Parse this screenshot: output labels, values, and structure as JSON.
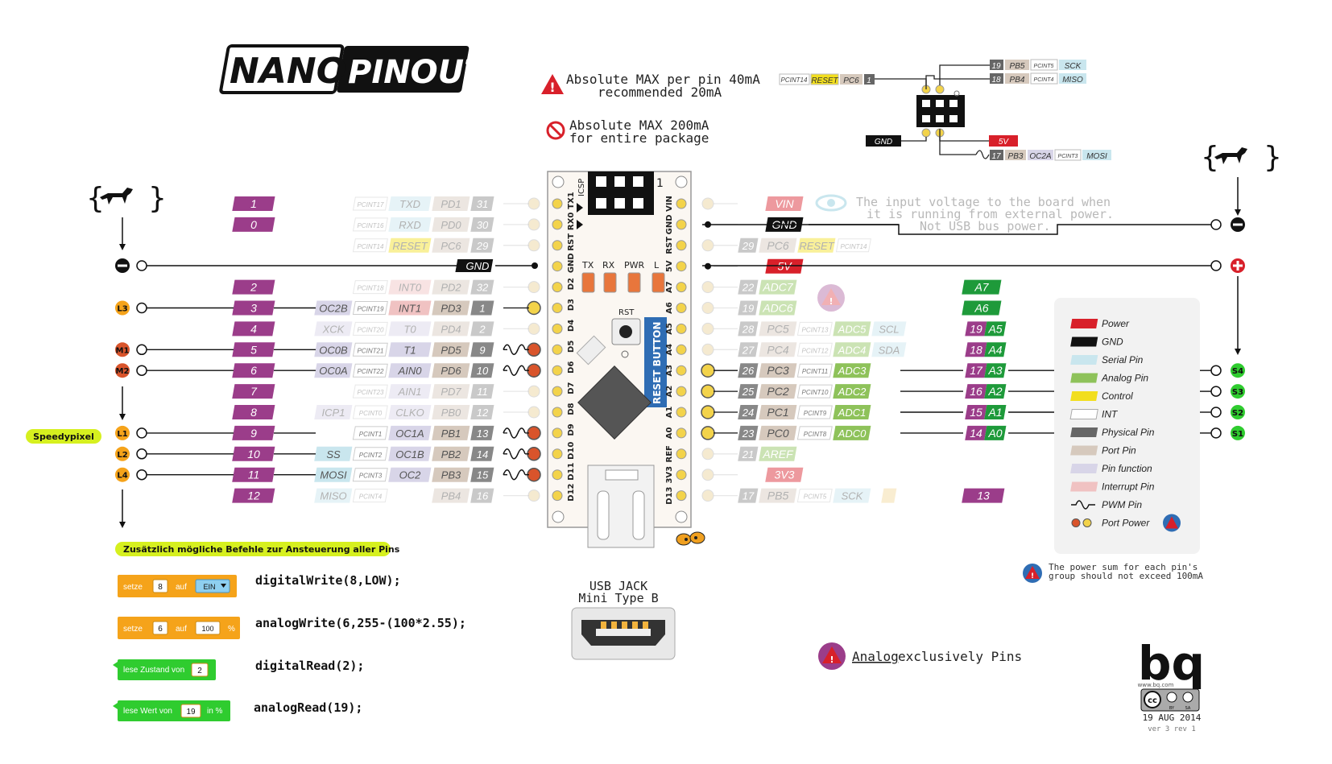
{
  "logo": {
    "left": "NANO",
    "right": "PINOUT"
  },
  "warnings": {
    "per_pin": {
      "line1": "Absolute MAX per pin 40mA",
      "line2": "recommended 20mA"
    },
    "package": {
      "line1": "Absolute MAX 200mA",
      "line2": "for entire package"
    }
  },
  "icsp": {
    "left_tags": [
      "PCINT14",
      "RESET",
      "PC6",
      "1"
    ],
    "right_top": [
      "19",
      "PB5",
      "PCINT5",
      "SCK"
    ],
    "right_mid": [
      "18",
      "PB4",
      "PCINT4",
      "MISO"
    ],
    "gnd": "GND",
    "v5": "5V",
    "bottom": [
      "17",
      "PB3",
      "OC2A",
      "PCINT3",
      "MOSI"
    ]
  },
  "vin_note": {
    "line1": "The input voltage to the board when",
    "line2": "it is running from external power.",
    "line3": "Not USB bus power."
  },
  "board": {
    "header_label": "ICSP",
    "header_num": "1",
    "left_pins": [
      "TX1",
      "RX0",
      "RST",
      "GND",
      "D2",
      "D3",
      "D4",
      "D5",
      "D6",
      "D7",
      "D8",
      "D9",
      "D10",
      "D11",
      "D12"
    ],
    "right_pins": [
      "VIN",
      "GND",
      "RST",
      "5V",
      "A7",
      "A6",
      "A5",
      "A4",
      "A3",
      "A2",
      "A1",
      "A0",
      "REF",
      "3V3",
      "D13"
    ],
    "leds": [
      "TX",
      "RX",
      "PWR",
      "L"
    ],
    "rst_label": "RST",
    "reset_button": "RESET BUTTON"
  },
  "left_rows": [
    {
      "num": "1",
      "extra": "",
      "pcint": "PCINT17",
      "fn": "TXD",
      "port": "PD1",
      "phys": "31"
    },
    {
      "num": "0",
      "extra": "",
      "pcint": "PCINT16",
      "fn": "RXD",
      "port": "PD0",
      "phys": "30"
    },
    {
      "num": "",
      "extra": "",
      "pcint": "PCINT14",
      "fn": "RESET",
      "port": "PC6",
      "phys": "29"
    },
    {
      "num": "",
      "extra": "",
      "pcint": "",
      "fn": "",
      "port": "",
      "phys": ""
    },
    {
      "num": "2",
      "extra": "",
      "pcint": "PCINT18",
      "fn": "INT0",
      "port": "PD2",
      "phys": "32"
    },
    {
      "num": "3",
      "extra": "OC2B",
      "pcint": "PCINT19",
      "fn": "INT1",
      "port": "PD3",
      "phys": "1"
    },
    {
      "num": "4",
      "extra": "XCK",
      "pcint": "PCINT20",
      "fn": "T0",
      "port": "PD4",
      "phys": "2"
    },
    {
      "num": "5",
      "extra": "OC0B",
      "pcint": "PCINT21",
      "fn": "T1",
      "port": "PD5",
      "phys": "9"
    },
    {
      "num": "6",
      "extra": "OC0A",
      "pcint": "PCINT22",
      "fn": "AIN0",
      "port": "PD6",
      "phys": "10"
    },
    {
      "num": "7",
      "extra": "",
      "pcint": "PCINT23",
      "fn": "AIN1",
      "port": "PD7",
      "phys": "11"
    },
    {
      "num": "8",
      "extra": "ICP1",
      "pcint": "PCINT0",
      "fn": "CLKO",
      "port": "PB0",
      "phys": "12"
    },
    {
      "num": "9",
      "extra": "",
      "pcint": "PCINT1",
      "fn": "OC1A",
      "port": "PB1",
      "phys": "13"
    },
    {
      "num": "10",
      "extra": "SS",
      "pcint": "PCINT2",
      "fn": "OC1B",
      "port": "PB2",
      "phys": "14"
    },
    {
      "num": "11",
      "extra": "MOSI",
      "pcint": "PCINT3",
      "fn": "OC2",
      "port": "PB3",
      "phys": "15"
    },
    {
      "num": "12",
      "extra": "MISO",
      "pcint": "PCINT4",
      "fn": "",
      "port": "PB4",
      "phys": "16"
    }
  ],
  "left_gnd": "GND",
  "right_rows": [
    {
      "phys": "",
      "port": "VIN",
      "pcint": "",
      "fn": "",
      "extra": "",
      "num": "",
      "ana": ""
    },
    {
      "phys": "",
      "port": "GND",
      "pcint": "",
      "fn": "",
      "extra": "",
      "num": "",
      "ana": ""
    },
    {
      "phys": "29",
      "port": "PC6",
      "pcint": "PCINT14",
      "fn": "RESET",
      "extra": "",
      "num": "",
      "ana": ""
    },
    {
      "phys": "",
      "port": "5V",
      "pcint": "",
      "fn": "",
      "extra": "",
      "num": "",
      "ana": ""
    },
    {
      "phys": "22",
      "port": "ADC7",
      "pcint": "",
      "fn": "",
      "extra": "",
      "num": "",
      "ana": "A7"
    },
    {
      "phys": "19",
      "port": "ADC6",
      "pcint": "",
      "fn": "",
      "extra": "",
      "num": "",
      "ana": "A6"
    },
    {
      "phys": "28",
      "port": "PC5",
      "pcint": "PCINT13",
      "fn": "ADC5",
      "extra": "SCL",
      "num": "19",
      "ana": "A5"
    },
    {
      "phys": "27",
      "port": "PC4",
      "pcint": "PCINT12",
      "fn": "ADC4",
      "extra": "SDA",
      "num": "18",
      "ana": "A4"
    },
    {
      "phys": "26",
      "port": "PC3",
      "pcint": "PCINT11",
      "fn": "ADC3",
      "extra": "",
      "num": "17",
      "ana": "A3"
    },
    {
      "phys": "25",
      "port": "PC2",
      "pcint": "PCINT10",
      "fn": "ADC2",
      "extra": "",
      "num": "16",
      "ana": "A2"
    },
    {
      "phys": "24",
      "port": "PC1",
      "pcint": "PCINT9",
      "fn": "ADC1",
      "extra": "",
      "num": "15",
      "ana": "A1"
    },
    {
      "phys": "23",
      "port": "PC0",
      "pcint": "PCINT8",
      "fn": "ADC0",
      "extra": "",
      "num": "14",
      "ana": "A0"
    },
    {
      "phys": "21",
      "port": "AREF",
      "pcint": "",
      "fn": "",
      "extra": "",
      "num": "",
      "ana": ""
    },
    {
      "phys": "",
      "port": "3V3",
      "pcint": "",
      "fn": "",
      "extra": "",
      "num": "",
      "ana": ""
    },
    {
      "phys": "17",
      "port": "PB5",
      "pcint": "PCINT5",
      "fn": "SCK",
      "extra": "",
      "num": "13",
      "ana": ""
    }
  ],
  "left_markers": {
    "l3": "L3",
    "m1": "M1",
    "m2": "M2",
    "l1": "L1",
    "l2": "L2",
    "l4": "L4",
    "speedypixel": "Speedypixel"
  },
  "right_markers": {
    "s4": "S4",
    "s3": "S3",
    "s2": "S2",
    "s1": "S1"
  },
  "legend": [
    {
      "label": "Power",
      "color": "#d8202a"
    },
    {
      "label": "GND",
      "color": "#111111"
    },
    {
      "label": "Serial Pin",
      "color": "#c9e6ee"
    },
    {
      "label": "Analog Pin",
      "color": "#8ec25a"
    },
    {
      "label": "Control",
      "color": "#f2de1e"
    },
    {
      "label": "INT",
      "color": "#ffffff"
    },
    {
      "label": "Physical Pin",
      "color": "#666666"
    },
    {
      "label": "Port Pin",
      "color": "#d6c9bd"
    },
    {
      "label": "Pin function",
      "color": "#d8d5e8"
    },
    {
      "label": "Interrupt Pin",
      "color": "#f0c2c2"
    },
    {
      "label": "PWM Pin",
      "color": ""
    },
    {
      "label": "Port Power",
      "color": ""
    }
  ],
  "power_note": {
    "line1": "The power sum for each pin's",
    "line2": "group should not exceed 100mA"
  },
  "blocks": {
    "header": "Zusätzlich mögliche Befehle zur Ansteuerung aller Pins",
    "b1": {
      "a": "setze",
      "v": "8",
      "b": "auf",
      "val": "EIN",
      "code": "digitalWrite(8,LOW);"
    },
    "b2": {
      "a": "setze",
      "v": "6",
      "b": "auf",
      "val": "100",
      "c": "%",
      "code": "analogWrite(6,255-(100*2.55);"
    },
    "b3": {
      "a": "lese Zustand von",
      "v": "2",
      "code": "digitalRead(2);"
    },
    "b4": {
      "a": "lese Wert von",
      "v": "19",
      "c": "in %",
      "code": "analogRead(19);"
    }
  },
  "usb": {
    "line1": "USB JACK",
    "line2": "Mini Type B"
  },
  "analog_exclusive": {
    "prefix": "Analog",
    "rest": " exclusively Pins"
  },
  "brand": {
    "logo": "bq",
    "url": "www.bq.com",
    "cc": "cc",
    "by": "BY",
    "sa": "SA",
    "date": "19 AUG 2014",
    "version": "ver 3 rev 1"
  },
  "palette": {
    "purple": "#9b3d8a",
    "green": "#1e9a3a",
    "red": "#d8202a",
    "orange": "#f5a31a",
    "yellow_green": "#d6f01f"
  }
}
